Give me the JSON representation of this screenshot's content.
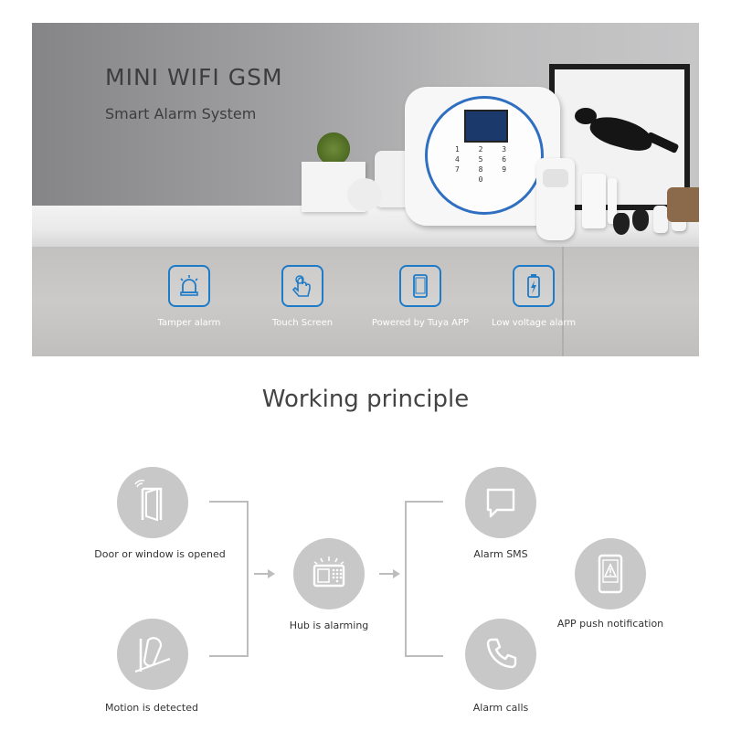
{
  "banner": {
    "title": "MINI WIFI GSM",
    "subtitle": "Smart Alarm System",
    "features": [
      {
        "label": "Tamper alarm",
        "icon": "siren-icon"
      },
      {
        "label": "Touch Screen",
        "icon": "touch-hand-icon"
      },
      {
        "label": "Powered by Tuya APP",
        "icon": "smartphone-icon"
      },
      {
        "label": "Low voltage alarm",
        "icon": "battery-icon"
      }
    ],
    "hub_keypad": "1 2 3\n4 5 6\n7 8 9\n  0"
  },
  "principle": {
    "title": "Working principle",
    "triggers": [
      {
        "label": "Door or window is opened",
        "icon": "door-sensor-icon"
      },
      {
        "label": "Motion is detected",
        "icon": "motion-sensor-icon"
      }
    ],
    "hub": {
      "label": "Hub is alarming",
      "icon": "alarm-hub-icon"
    },
    "outputs": [
      {
        "label": "Alarm SMS",
        "icon": "sms-bubble-icon"
      },
      {
        "label": "Alarm calls",
        "icon": "phone-icon"
      },
      {
        "label": "APP push notification",
        "icon": "app-alert-icon"
      }
    ]
  },
  "colors": {
    "accent_blue": "#1e7bc8",
    "circle_gray": "#c8c8c8",
    "line_gray": "#bdbdbd",
    "text_dark": "#333333"
  }
}
